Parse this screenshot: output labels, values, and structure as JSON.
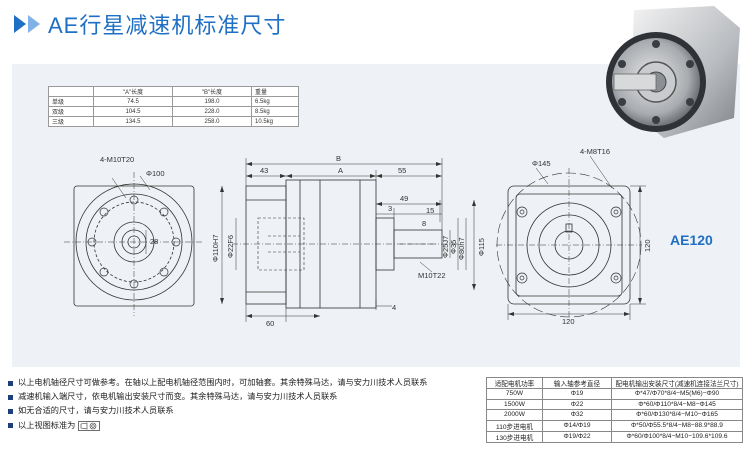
{
  "title": "AE行星减速机标准尺寸",
  "model": "AE120",
  "spec_table": {
    "headers": [
      "",
      "\"A\"长度",
      "\"B\"长度",
      "重量"
    ],
    "rows": [
      [
        "单级",
        "74.5",
        "198.0",
        "6.5kg"
      ],
      [
        "双级",
        "104.5",
        "228.0",
        "8.5kg"
      ],
      [
        "三级",
        "134.5",
        "258.0",
        "10.5kg"
      ]
    ]
  },
  "dims": {
    "left_thread": "4-M10T20",
    "left_circle": "Φ100",
    "left_28": "28",
    "B": "B",
    "A": "A",
    "d43": "43",
    "d55": "55",
    "d49": "49",
    "d3": "3",
    "d15": "15",
    "d8": "8",
    "d60": "60",
    "d4": "4",
    "phi110h7": "Φ110H7",
    "phi22f6": "Φ22F6",
    "phi25j7": "Φ25J7",
    "phi35": "Φ35",
    "phi80h7": "Φ80h7",
    "phi115": "Φ115",
    "m10t22": "M10T22",
    "right_thread": "4-M8T16",
    "right_circle": "Φ145",
    "right_120v": "120",
    "right_120h": "120"
  },
  "notes": [
    "以上电机轴径尺寸可做参考。在轴以上配电机轴径范围内时，可加轴套。其余特殊马达，请与安力川技术人员联系",
    "减速机输入端尺寸，依电机输出安装尺寸而变。其余特殊马达，请与安力川技术人员联系",
    "如无合适的尺寸，请与安力川技术人员联系",
    "以上视图标准为"
  ],
  "motor_table": {
    "headers": [
      "适配电机功率",
      "输入轴参考直径",
      "配电机输出安装尺寸(减速机连接法兰尺寸)"
    ],
    "rows": [
      [
        "750W",
        "Φ19",
        "Φ*47/Φ70*8/4−M5(M6)−Φ90"
      ],
      [
        "1500W",
        "Φ22",
        "Φ*60/Φ110*8/4−M8−Φ145"
      ],
      [
        "2000W",
        "Φ32",
        "Φ*60/Φ130*8/4−M10−Φ165"
      ],
      [
        "110步进电机",
        "Φ14/Φ19",
        "Φ*50/Φ55.5*8/4−M8−88.9*88.9"
      ],
      [
        "130步进电机",
        "Φ19/Φ22",
        "Φ*60/Φ100*8/4−M10−109.6*109.6"
      ]
    ]
  }
}
